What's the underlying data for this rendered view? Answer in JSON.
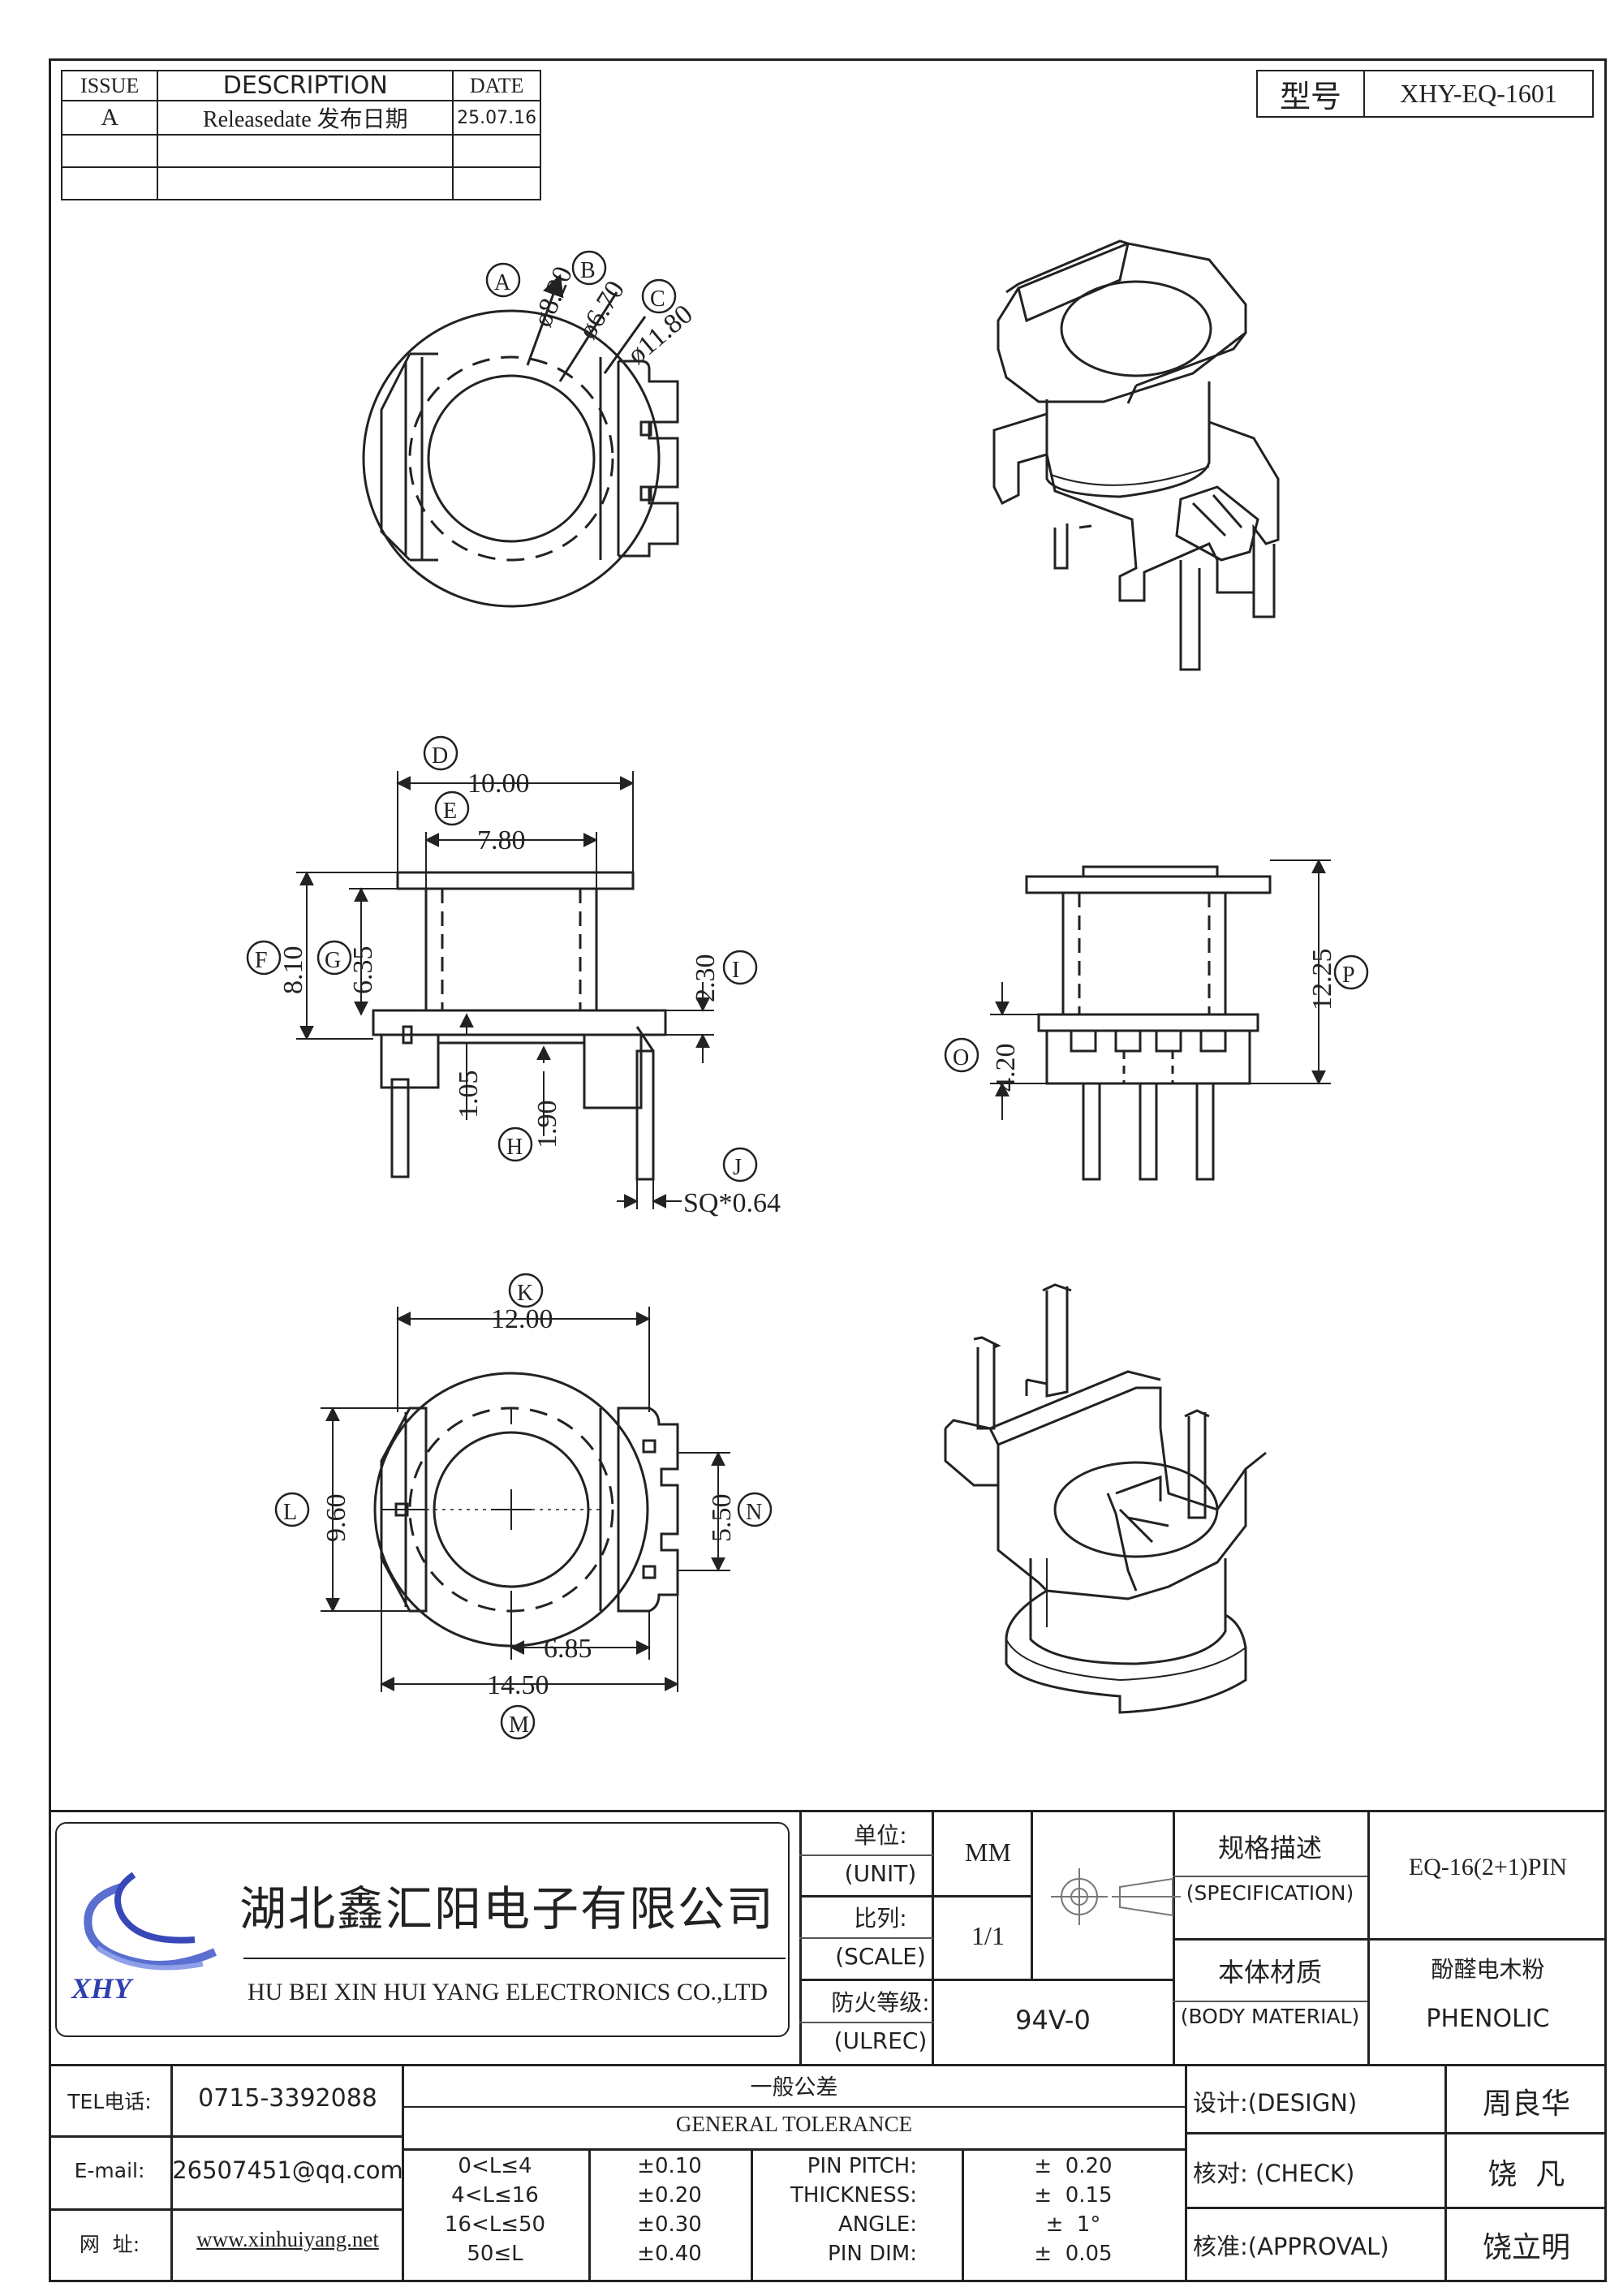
{
  "revision": {
    "headers": {
      "issue": "ISSUE",
      "description": "DESCRIPTION",
      "date": "DATE"
    },
    "rows": [
      {
        "issue": "A",
        "description": "Releasedate 发布日期",
        "date": "25.07.16"
      },
      {
        "issue": "",
        "description": "",
        "date": ""
      },
      {
        "issue": "",
        "description": "",
        "date": ""
      }
    ]
  },
  "model": {
    "label": "型号",
    "value": "XHY-EQ-1601"
  },
  "dims": {
    "a": "A",
    "b": "B",
    "c": "C",
    "d": "D",
    "e": "E",
    "f": "F",
    "g": "G",
    "h": "H",
    "i": "I",
    "j": "J",
    "k": "K",
    "l": "L",
    "m": "M",
    "n": "N",
    "o": "O",
    "p": "P",
    "a_val": "ø8.20",
    "b_val": "ø6.70",
    "c_val": "ø11.80",
    "d_val": "10.00",
    "e_val": "7.80",
    "f_val": "8.10",
    "g_val": "6.35",
    "i_val": "2.30",
    "v105": "1.05",
    "h_val": "1.90",
    "j_val": "SQ*0.64",
    "p_val": "12.25",
    "o_val": "4.20",
    "k_val": "12.00",
    "l_val": "9.60",
    "n_val": "5.50",
    "v685": "6.85",
    "m_val": "14.50"
  },
  "company": {
    "name_cn": "湖北鑫汇阳电子有限公司",
    "name_en": "HU BEI XIN HUI YANG ELECTRONICS CO.,LTD",
    "logo_text": "XHY"
  },
  "specs": {
    "unit_cn": "单位:",
    "unit_en": "(UNIT)",
    "unit_val": "MM",
    "scale_cn": "比列:",
    "scale_en": "(SCALE)",
    "scale_val": "1/1",
    "ul_cn": "防火等级:",
    "ul_en": "(ULREC)",
    "ul_val": "94V-0",
    "spec_cn": "规格描述",
    "spec_en": "(SPECIFICATION)",
    "spec_val": "EQ-16(2+1)PIN",
    "mat_cn": "本体材质",
    "mat_en": "(BODY MATERIAL)",
    "mat_cn_val": "酚醛电木粉",
    "mat_en_val": "PHENOLIC"
  },
  "contact": {
    "tel_label": "TEL电话:",
    "tel": "0715-3392088",
    "email_label": "E-mail:",
    "email": "26507451@qq.com",
    "web_label": "网  址:",
    "web": "www.xinhuiyang.net"
  },
  "tolerance": {
    "title_cn": "一般公差",
    "title_en": "GENERAL TOLERANCE",
    "ranges": [
      {
        "range": "0<L≤4",
        "tol": "±0.10"
      },
      {
        "range": "4<L≤16",
        "tol": "±0.20"
      },
      {
        "range": "16<L≤50",
        "tol": "±0.30"
      },
      {
        "range": "50≤L",
        "tol": "±0.40"
      }
    ],
    "others": [
      {
        "name": "PIN PITCH:",
        "tol": "±  0.20"
      },
      {
        "name": "THICKNESS:",
        "tol": "±  0.15"
      },
      {
        "name": "ANGLE:",
        "tol": "±  1°"
      },
      {
        "name": "PIN DIM:",
        "tol": "±  0.05"
      }
    ]
  },
  "approval": {
    "design_label": "设计:(DESIGN)",
    "design": "周良华",
    "check_label": "核对: (CHECK)",
    "check": "饶  凡",
    "approve_label": "核准:(APPROVAL)",
    "approve": "饶立明"
  }
}
